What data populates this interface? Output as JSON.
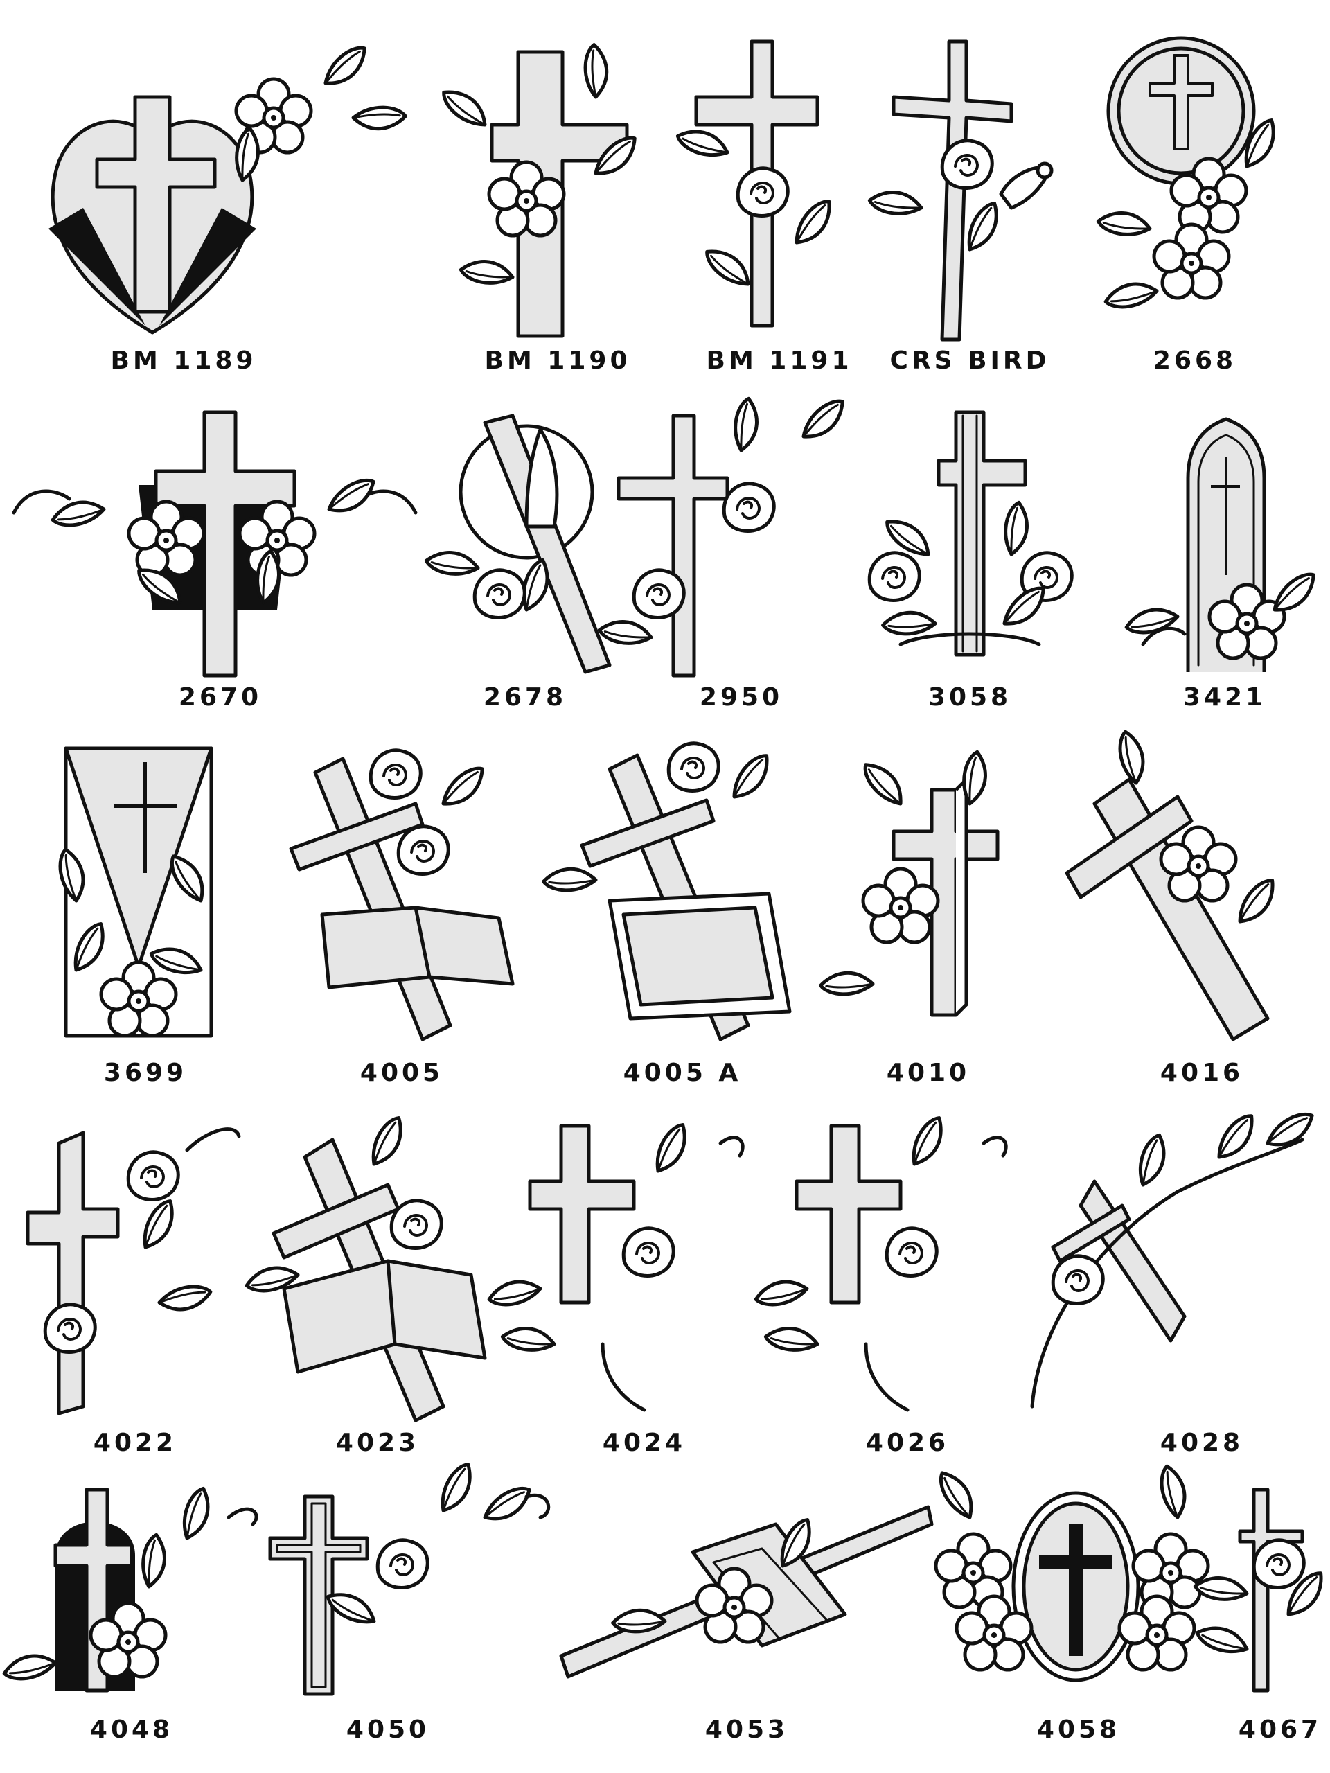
{
  "catalog": {
    "items": [
      {
        "code": "BM 1189",
        "icon": "heart-cross-flower-icon"
      },
      {
        "code": "BM 1190",
        "icon": "cross-flowers-icon"
      },
      {
        "code": "BM 1191",
        "icon": "cross-rose-icon"
      },
      {
        "code": "CRS BIRD",
        "icon": "cross-bird-icon"
      },
      {
        "code": "2668",
        "icon": "circle-cross-flowers-icon"
      },
      {
        "code": "2670",
        "icon": "cross-flower-garland-icon"
      },
      {
        "code": "2678",
        "icon": "praying-hands-cross-icon"
      },
      {
        "code": "2950",
        "icon": "cross-rose-vine-icon"
      },
      {
        "code": "3058",
        "icon": "cross-rose-bouquet-icon"
      },
      {
        "code": "3421",
        "icon": "gothic-arch-cross-icon"
      },
      {
        "code": "3699",
        "icon": "triangle-cross-panel-icon"
      },
      {
        "code": "4005",
        "icon": "cross-open-book-icon"
      },
      {
        "code": "4005 A",
        "icon": "cross-open-book-framed-icon"
      },
      {
        "code": "4010",
        "icon": "cross-flower-stem-icon"
      },
      {
        "code": "4016",
        "icon": "leaning-cross-flower-icon"
      },
      {
        "code": "4022",
        "icon": "cross-roses-icon"
      },
      {
        "code": "4023",
        "icon": "cross-book-roses-icon"
      },
      {
        "code": "4024",
        "icon": "cross-rose-spray-icon"
      },
      {
        "code": "4026",
        "icon": "cross-rose-spray-alt-icon"
      },
      {
        "code": "4028",
        "icon": "diagonal-cross-vine-icon"
      },
      {
        "code": "4048",
        "icon": "block-cross-flower-spray-icon"
      },
      {
        "code": "4050",
        "icon": "double-line-cross-rose-icon"
      },
      {
        "code": "4053",
        "icon": "long-diagonal-cross-icon"
      },
      {
        "code": "4058",
        "icon": "oval-cross-flowers-icon"
      },
      {
        "code": "4067",
        "icon": "slim-cross-flowers-icon"
      }
    ]
  }
}
